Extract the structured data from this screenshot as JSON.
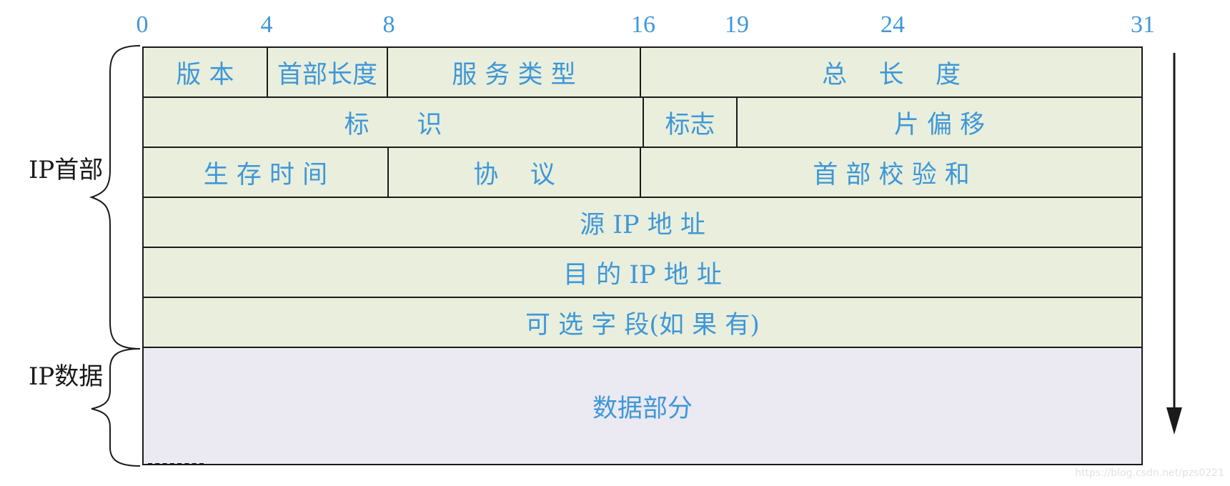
{
  "bit_positions": [
    "0",
    "4",
    "8",
    "16",
    "19",
    "24",
    "31"
  ],
  "rows": [
    {
      "cells": [
        {
          "text": "版 本"
        },
        {
          "text": "首部长度"
        },
        {
          "text": "服 务 类 型"
        },
        {
          "text": "总    长    度"
        }
      ]
    },
    {
      "cells": [
        {
          "text": "标      识"
        },
        {
          "text": "标志"
        },
        {
          "text": "片 偏 移"
        }
      ]
    },
    {
      "cells": [
        {
          "text": "生 存 时 间"
        },
        {
          "text": "协    议"
        },
        {
          "text": "首 部 校 验 和"
        }
      ]
    },
    {
      "cells": [
        {
          "text": "源 IP 地 址"
        }
      ]
    },
    {
      "cells": [
        {
          "text": "目 的 IP 地 址"
        }
      ]
    },
    {
      "cells": [
        {
          "text": "可 选 字 段(如 果 有)"
        }
      ]
    }
  ],
  "data_section": {
    "text": "数据部分"
  },
  "side_labels": {
    "header": "IP首部",
    "data": "IP数据"
  },
  "watermark": "https://blog.csdn.net/pzs0221",
  "colors": {
    "field_text": "#3f97d8",
    "header_bg": "#e9efdc",
    "data_bg": "#ebe9f2",
    "lines": "#1a1a1a"
  }
}
